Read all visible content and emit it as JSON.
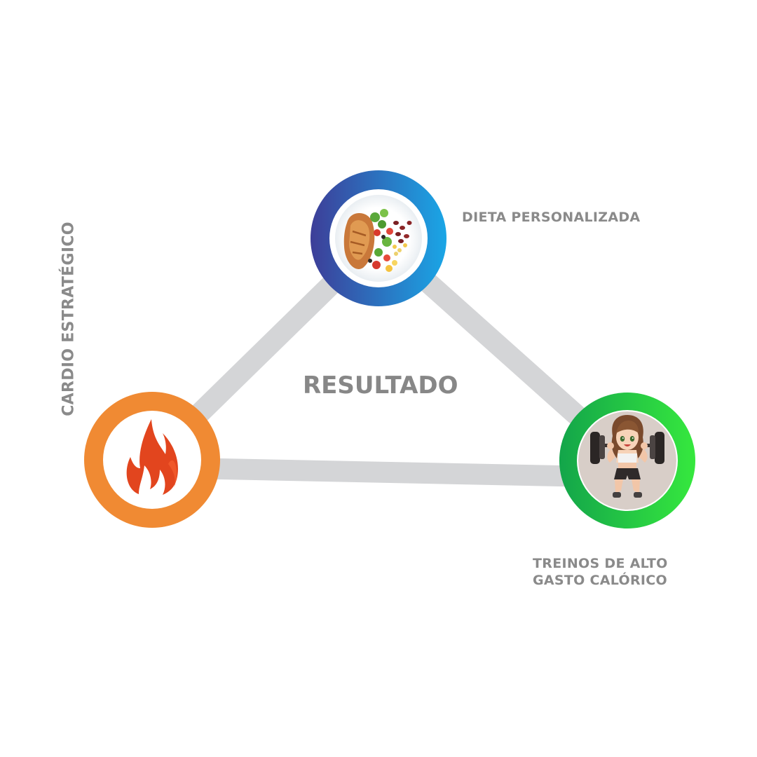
{
  "center_label": "RESULTADO",
  "nodes": {
    "diet": {
      "label": "DIETA PERSONALIZADA",
      "icon": "meal-plate-icon",
      "ring_colors": [
        "#3d3e98",
        "#1aa6e6"
      ]
    },
    "cardio": {
      "label": "CARDIO ESTRATÉGICO",
      "icon": "flame-icon",
      "ring_color": "#f08a33"
    },
    "training": {
      "label_lines": [
        "TREINOS DE ALTO",
        "GASTO CALÓRICO"
      ],
      "icon": "weightlifting-woman-icon",
      "ring_colors": [
        "#13a54a",
        "#36e83e"
      ]
    }
  },
  "connector_color": "#d4d5d7",
  "label_color": "#8a8a8a"
}
